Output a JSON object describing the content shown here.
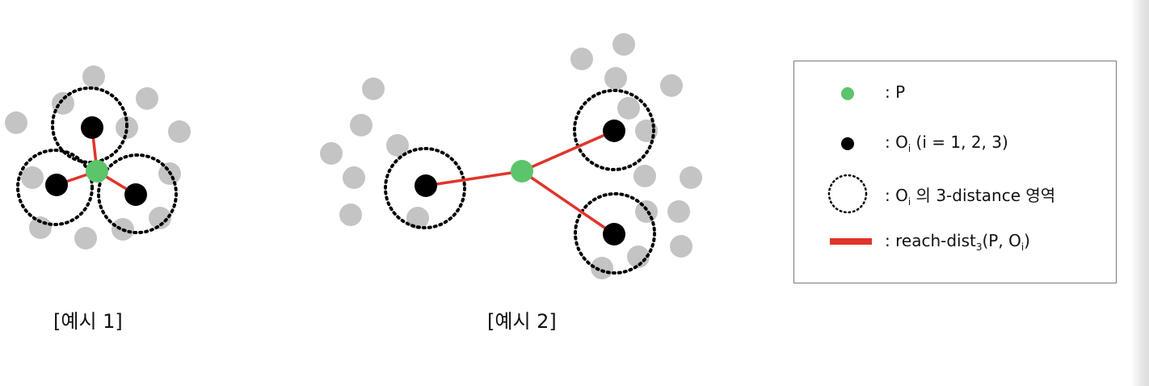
{
  "captions": {
    "example1": "[예시 1]",
    "example2": "[예시 2]"
  },
  "legend": {
    "p": {
      "prefix": ": ",
      "name": "P"
    },
    "o": {
      "prefix": ": ",
      "name": "O",
      "sub": "i",
      "rest": " (i = 1, 2, 3)"
    },
    "circle": {
      "prefix": ": ",
      "name": "O",
      "sub": "i",
      "rest": " 의 3-distance 영역"
    },
    "line": {
      "prefix": ": ",
      "name": "reach-dist",
      "sub": "3",
      "rest1": "(P, O",
      "sub2": "i",
      "rest2": ")"
    }
  },
  "colors": {
    "p_point": "#5cc46a",
    "o_point": "#000000",
    "neighbor_point": "#c4c4c4",
    "reach_line": "#e0352b",
    "circle": "#000000"
  }
}
